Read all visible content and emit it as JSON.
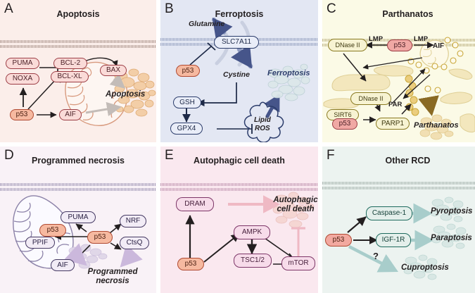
{
  "figure": {
    "panels": [
      {
        "letter": "A",
        "title": "Apoptosis",
        "nodes": [
          "PUMA",
          "NOXA",
          "BCL-2",
          "BCL-XL",
          "BAX",
          "p53",
          "AIF"
        ],
        "outcome": "Apoptosis",
        "labels": []
      },
      {
        "letter": "B",
        "title": "Ferroptosis",
        "nodes": [
          "SLC7A11",
          "p53",
          "GSH",
          "GPX4"
        ],
        "outcome": "Ferroptosis",
        "labels": [
          "Glutamine",
          "Cystine",
          "Lipid",
          "ROS"
        ]
      },
      {
        "letter": "C",
        "title": "Parthanatos",
        "nodes": [
          "DNase II",
          "p53",
          "AIF",
          "DNase II",
          "SIRT6",
          "p53",
          "PARP1"
        ],
        "outcome": "Parthanatos",
        "labels": [
          "LMP",
          "LMP",
          "PAR"
        ]
      },
      {
        "letter": "D",
        "title": "Programmed necrosis",
        "nodes": [
          "PUMA",
          "p53",
          "PPIF",
          "AIF",
          "p53",
          "NRF",
          "CtsQ"
        ],
        "outcome": "Programmed necrosis",
        "labels": []
      },
      {
        "letter": "E",
        "title": "Autophagic cell death",
        "nodes": [
          "DRAM",
          "AMPK",
          "p53",
          "TSC1/2",
          "mTOR"
        ],
        "outcome": "Autophagic cell death",
        "labels": []
      },
      {
        "letter": "F",
        "title": "Other RCD",
        "nodes": [
          "Caspase-1",
          "p53",
          "IGF-1R"
        ],
        "outcome": "",
        "labels": [
          "Pyroptosis",
          "Paraptosis",
          "Cuproptosis",
          "?"
        ]
      }
    ]
  },
  "panelA": {
    "letter": "A",
    "title": "Apoptosis",
    "puma": "PUMA",
    "noxa": "NOXA",
    "bcl2": "BCL-2",
    "bclxl": "BCL-XL",
    "bax": "BAX",
    "p53": "p53",
    "aif": "AIF",
    "outcome": "Apoptosis",
    "bg": "#fbeeea",
    "accent": "#9c3d45"
  },
  "panelB": {
    "letter": "B",
    "title": "Ferroptosis",
    "glutamine": "Glutamine",
    "slc7a11": "SLC7A11",
    "p53": "p53",
    "cystine": "Cystine",
    "gsh": "GSH",
    "gpx4": "GPX4",
    "lipid": "Lipid",
    "ros": "ROS",
    "outcome": "Ferroptosis",
    "bg": "#e3e7f3",
    "accent": "#2c3d6b"
  },
  "panelC": {
    "letter": "C",
    "title": "Parthanatos",
    "dnase2_top": "DNase II",
    "lmp_left": "LMP",
    "p53_top": "p53",
    "lmp_right": "LMP",
    "aif": "AIF",
    "dnase2_mid": "DNase II",
    "par": "PAR",
    "sirt6": "SIRT6",
    "p53_bottom": "p53",
    "parp1": "PARP1",
    "outcome": "Parthanatos",
    "bg": "#fbfae6",
    "accent": "#8a7a22"
  },
  "panelD": {
    "letter": "D",
    "title": "Programmed necrosis",
    "puma": "PUMA",
    "p53_mito": "p53",
    "ppif": "PPIF",
    "aif": "AIF",
    "p53_main": "p53",
    "nrf": "NRF",
    "ctsq": "CtsQ",
    "outcome_line1": "Programmed",
    "outcome_line2": "necrosis",
    "bg": "#f9f2f7",
    "accent": "#453963"
  },
  "panelE": {
    "letter": "E",
    "title": "Autophagic cell death",
    "dram": "DRAM",
    "ampk": "AMPK",
    "p53": "p53",
    "tsc": "TSC1/2",
    "mtor": "mTOR",
    "outcome_line1": "Autophagic",
    "outcome_line2": "cell death",
    "bg": "#fae8ef",
    "accent": "#7d3668"
  },
  "panelF": {
    "letter": "F",
    "title": "Other RCD",
    "p53": "p53",
    "caspase1": "Caspase-1",
    "igf1r": "IGF-1R",
    "pyroptosis": "Pyroptosis",
    "paraptosis": "Paraptosis",
    "cuproptosis": "Cuproptosis",
    "question": "?",
    "bg": "#ecf3f0",
    "accent": "#1f6b5e"
  }
}
